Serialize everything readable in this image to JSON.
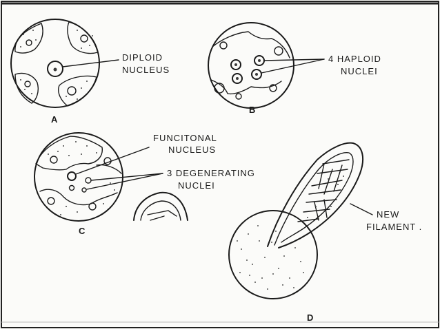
{
  "labels": {
    "diploid_line1": "DIPLOID",
    "diploid_line2": "NUCLEUS",
    "haploid_line1": "4 HAPLOID",
    "haploid_line2": "NUCLEI",
    "functional_line1": "FUNCITONAL",
    "functional_line2": "NUCLEUS",
    "degenerating_line1": "3 DEGENERATING",
    "degenerating_line2": "NUCLEI",
    "filament_line1": "NEW",
    "filament_line2": "FILAMENT ."
  },
  "panels": {
    "a": "A",
    "b": "B",
    "c": "C",
    "d": "D"
  }
}
